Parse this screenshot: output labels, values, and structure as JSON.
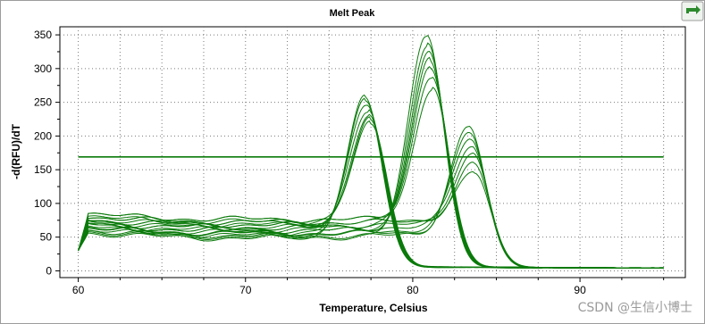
{
  "chart_data": {
    "type": "line",
    "title": "Melt Peak",
    "xlabel": "Temperature, Celsius",
    "ylabel": "-d(RFU)/dT",
    "xlim": [
      58.9,
      96.3
    ],
    "ylim": [
      -10,
      362
    ],
    "xticks": [
      60,
      70,
      80,
      90
    ],
    "yticks": [
      0,
      50,
      100,
      150,
      200,
      250,
      300,
      350
    ],
    "grid": true,
    "legend": "none",
    "threshold": {
      "y": 169,
      "x_start": 60,
      "x_end": 95
    },
    "series_color": "#0a7a0a",
    "curve_groups": [
      {
        "peak_x": 77.3,
        "peak_heights": [
          258,
          252,
          246,
          240,
          232,
          225,
          218
        ],
        "baseline_heights": [
          48,
          52,
          56,
          60,
          64,
          68,
          72
        ]
      },
      {
        "peak_x": 81.0,
        "peak_heights": [
          350,
          338,
          326,
          312,
          300,
          288,
          272
        ],
        "baseline_heights": [
          50,
          55,
          60,
          64,
          68,
          72,
          76
        ]
      },
      {
        "peak_x": 83.5,
        "peak_heights": [
          215,
          205,
          195,
          185,
          175,
          160,
          145
        ],
        "baseline_heights": [
          52,
          56,
          60,
          64,
          68,
          72,
          76
        ]
      }
    ]
  },
  "watermark": "CSDN @生信小博士",
  "colors": {
    "line": "#0a7a0a",
    "grid": "#7a7a7a",
    "background": "#ffffff",
    "frame": "#9c9c9c",
    "icon_bg": "#eef3ee",
    "icon_fg": "#2c8a2c"
  }
}
